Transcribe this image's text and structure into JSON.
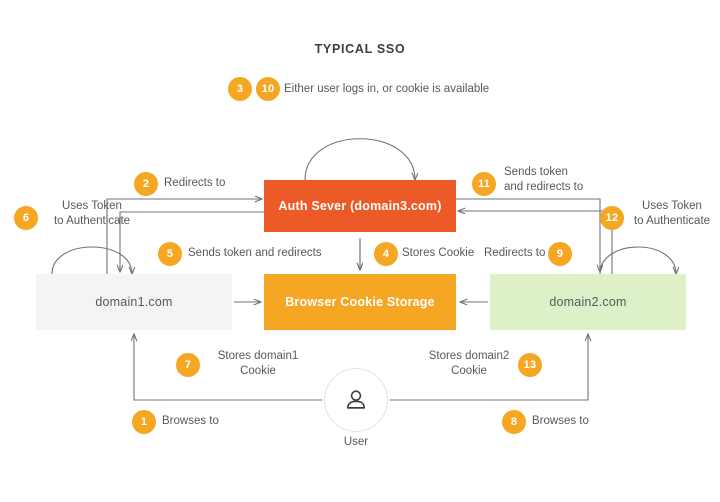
{
  "diagram": {
    "title": "TYPICAL SSO",
    "colors": {
      "auth_box": "#ec5b27",
      "cookie_box": "#f5a623",
      "domain1_box": "#f4f4f4",
      "domain2_box": "#ddf0c8",
      "badge": "#f5a623",
      "text": "#55595e",
      "connector": "#6f7479"
    },
    "nodes": {
      "auth_server": "Auth Sever (domain3.com)",
      "domain1": "domain1.com",
      "browser_cookie_storage": "Browser Cookie Storage",
      "domain2": "domain2.com",
      "user": "User"
    },
    "steps": [
      {
        "num": "1",
        "label": "Browses to"
      },
      {
        "num": "2",
        "label": "Redirects to"
      },
      {
        "num": "3",
        "label": "Either user logs in, or cookie is available"
      },
      {
        "num": "4",
        "label": "Stores Cookie"
      },
      {
        "num": "5",
        "label": "Sends token and redirects"
      },
      {
        "num": "6",
        "label": "Uses Token\nto Authenticate"
      },
      {
        "num": "7",
        "label": "Stores domain1\nCookie"
      },
      {
        "num": "8",
        "label": "Browses to"
      },
      {
        "num": "9",
        "label": "Redirects to"
      },
      {
        "num": "10",
        "label": "Either user logs in, or cookie is available"
      },
      {
        "num": "11",
        "label": "Sends token\nand redirects to"
      },
      {
        "num": "12",
        "label": "Uses Token\nto Authenticate"
      },
      {
        "num": "13",
        "label": "Stores domain2\nCookie"
      }
    ],
    "icons": {
      "user": "user-icon"
    }
  }
}
